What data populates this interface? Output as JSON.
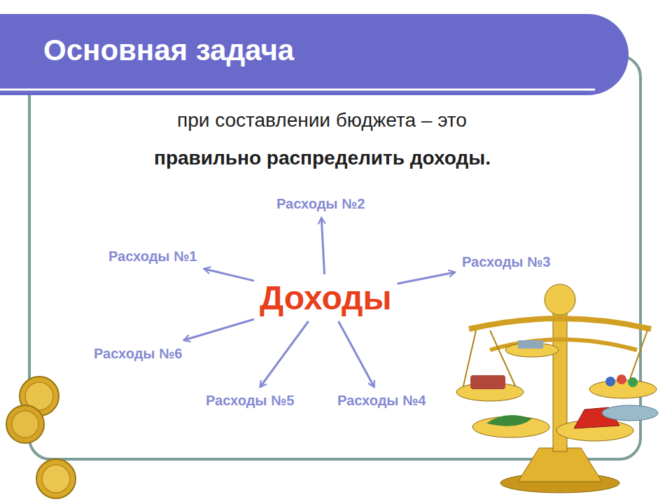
{
  "diagram": {
    "title": "Основная задача",
    "nodes": [
      {
        "text": [
          "Расходы №2"
        ]
      },
      {
        "text": [
          "Расходы №1"
        ]
      },
      {
        "text": [
          "Расходы №3"
        ]
      },
      {
        "text": [
          "Доходы"
        ]
      },
      {
        "text": [
          "Расходы №6"
        ]
      },
      {
        "text": [
          "Расходы №5"
        ]
      },
      {
        "text": [
          "Расходы №4"
        ]
      }
    ],
    "edges": [
      {
        "from": 3,
        "to": 0,
        "arrow": "to"
      },
      {
        "from": 3,
        "to": 1,
        "arrow": "to"
      },
      {
        "from": 3,
        "to": 2,
        "arrow": "to"
      },
      {
        "from": 3,
        "to": 6,
        "arrow": "to"
      },
      {
        "from": 3,
        "to": 5,
        "arrow": "to"
      },
      {
        "from": 3,
        "to": 4,
        "arrow": "to"
      }
    ],
    "labels": [
      "при составлении бюджета – это",
      "правильно распределить доходы."
    ]
  }
}
